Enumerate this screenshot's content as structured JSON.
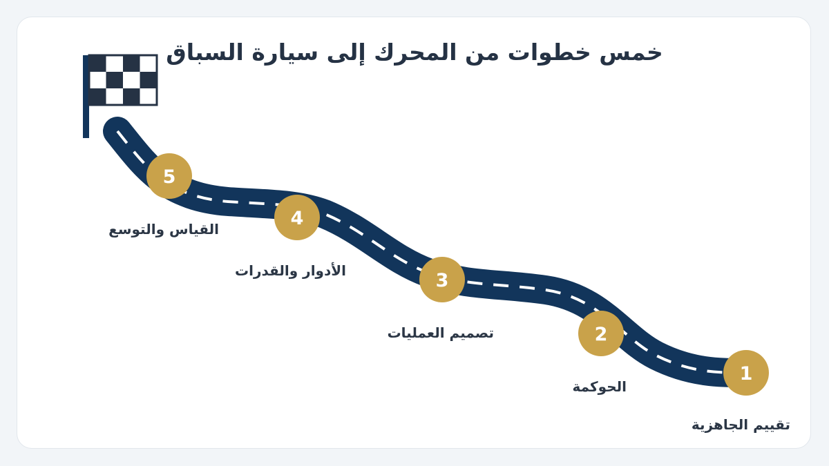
{
  "title": "خمس خطوات من المحرك إلى سيارة السباق",
  "colors": {
    "road": "#12355b",
    "lane_marking": "#ffffff",
    "step_circle": "#c9a24a",
    "flag_dark": "#253244",
    "text": "#2b3645"
  },
  "icons": {
    "finish": "checkered-flag-icon"
  },
  "steps": [
    {
      "number": "1",
      "label": "تقييم الجاهزية"
    },
    {
      "number": "2",
      "label": "الحوكمة"
    },
    {
      "number": "3",
      "label": "تصميم العمليات"
    },
    {
      "number": "4",
      "label": "الأدوار والقدرات"
    },
    {
      "number": "5",
      "label": "القياس والتوسع"
    }
  ]
}
